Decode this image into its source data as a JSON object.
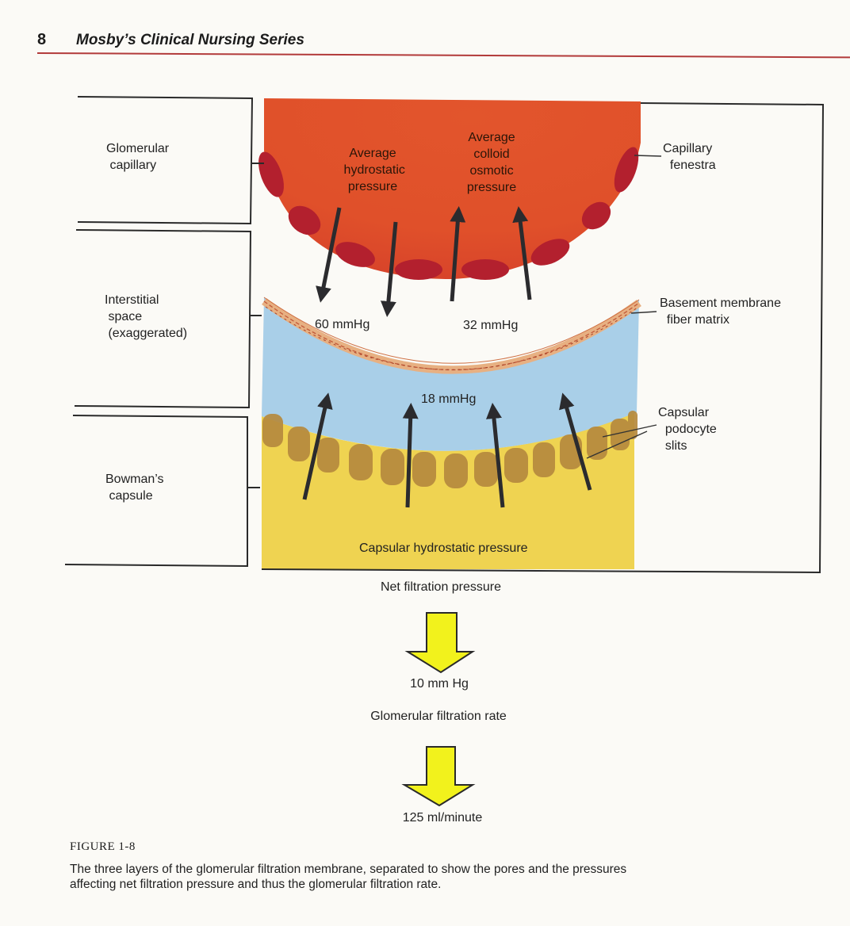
{
  "header": {
    "page_number": "8",
    "series_title": "Mosby’s Clinical Nursing Series"
  },
  "layers": {
    "glomerular_capillary": "Glomerular\n capillary",
    "interstitial_space": "Interstitial\n space\n (exaggerated)",
    "bowmans_capsule": "Bowman’s\n capsule"
  },
  "callouts": {
    "capillary_fenestra": "Capillary\n  fenestra",
    "basement_membrane": "Basement membrane\n  fiber matrix",
    "podocyte_slits": "Capsular\n  podocyte\n  slits"
  },
  "pressures": {
    "hydrostatic_label": "Average\n hydrostatic\npressure",
    "colloid_label": "Average\ncolloid\nosmotic\npressure",
    "hydrostatic_value": "60 mmHg",
    "colloid_value": "32 mmHg",
    "interstitial_value": "18 mmHg",
    "capsular_label": "Capsular hydrostatic pressure"
  },
  "flow": {
    "net_filtration_label": "Net filtration pressure",
    "net_filtration_value": "10 mm Hg",
    "gfr_label": "Glomerular filtration rate",
    "gfr_value": "125 ml/minute"
  },
  "caption": {
    "figure_label": "FIGURE 1-8",
    "text": "The three layers of the glomerular filtration membrane, separated to show the pores and the pressures affecting net filtration pressure and thus the glomerular filtration rate."
  },
  "colors": {
    "capillary": "#e0502a",
    "capillary_cells": "#b3202e",
    "interstitial": "#a9cfe8",
    "capsule": "#efd351",
    "podocytes": "#b68a3e",
    "flow_arrow": "#f2f21c",
    "header_rule": "#b23a3a"
  }
}
